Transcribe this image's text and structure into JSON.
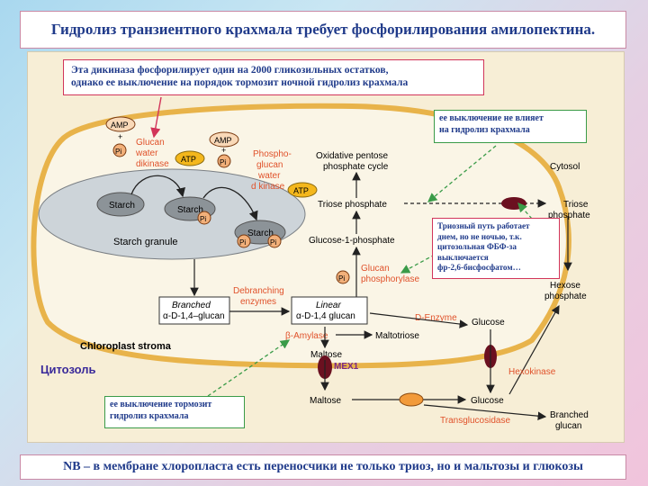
{
  "title": "Гидролиз транзиентного крахмала требует фосфорилирования амилопектина.",
  "notes": {
    "top_line1": "Эта дикиназа фосфорилирует один на 2000 гликозильных остатков,",
    "top_line2": "однако ее выключение на порядок тормозит ночной гидролиз крахмала",
    "right_line1": "ее выключение не влияет",
    "right_line2": "на гидролиз крахмала",
    "triose_line1": "Триозный путь работает",
    "triose_line2": "днем, но не ночью, т.к.",
    "triose_line3": "цитозольная ФБФ-за",
    "triose_line4": "выключается",
    "triose_line5": "фр-2,6-бисфосфатом…",
    "bottom_line1": "ее выключение тормозит",
    "bottom_line2": "гидролиз крахмала"
  },
  "nb": "NB – в мембране хлоропласта есть переносчики не только триоз, но и мальтозы и глюкозы",
  "diagram": {
    "amp": "AMP",
    "plus": "+",
    "pi": "Pi",
    "atp": "ATP",
    "glucan_water_1": "Glucan",
    "glucan_water_2": "water",
    "glucan_water_3": "dikinase",
    "phospho_1": "Phospho-",
    "phospho_2": "glucan",
    "phospho_3": "water",
    "phospho_4": "d kinase",
    "starch": "Starch",
    "starch_granule": "Starch granule",
    "oxidative_1": "Oxidative pentose",
    "oxidative_2": "phosphate cycle",
    "triose_phosphate": "Triose phosphate",
    "cytosol_en": "Cytosol",
    "triose_1": "Triose",
    "triose_2": "phosphate",
    "glucose1p": "Glucose-1-phosphate",
    "glucan_phos_1": "Glucan",
    "glucan_phos_2": "phosphorylase",
    "branched_1": "Branched",
    "branched_2": "α-D-1,4–glucan",
    "debranch_1": "Debranching",
    "debranch_2": "enzymes",
    "linear_1": "Linear",
    "linear_2": "α-D-1,4 glucan",
    "d_enzyme": "D-Enzyme",
    "glucose": "Glucose",
    "hexose_1": "Hexose",
    "hexose_2": "phosphate",
    "beta_amylase": "β-Amylase",
    "maltotriose": "Maltotriose",
    "maltose": "Maltose",
    "chloroplast_stroma": "Chloroplast stroma",
    "mex1": "MEX1",
    "cytosol_ru": "Цитозоль",
    "hexokinase": "Hexokinase",
    "transglucosidase": "Transglucosidase",
    "branched_glucan_1": "Branched",
    "branched_glucan_2": "glucan"
  },
  "colors": {
    "title_text": "#1f3a8a",
    "note_border_red": "#d2355a",
    "note_border_green": "#3a9b48",
    "enzyme_text": "#e0522b",
    "membrane": "#e8b34a",
    "transporter": "#6b1020",
    "transporter_orange": "#f29a3a",
    "granule": "#cdd4d9",
    "atp": "#f4b71c"
  }
}
